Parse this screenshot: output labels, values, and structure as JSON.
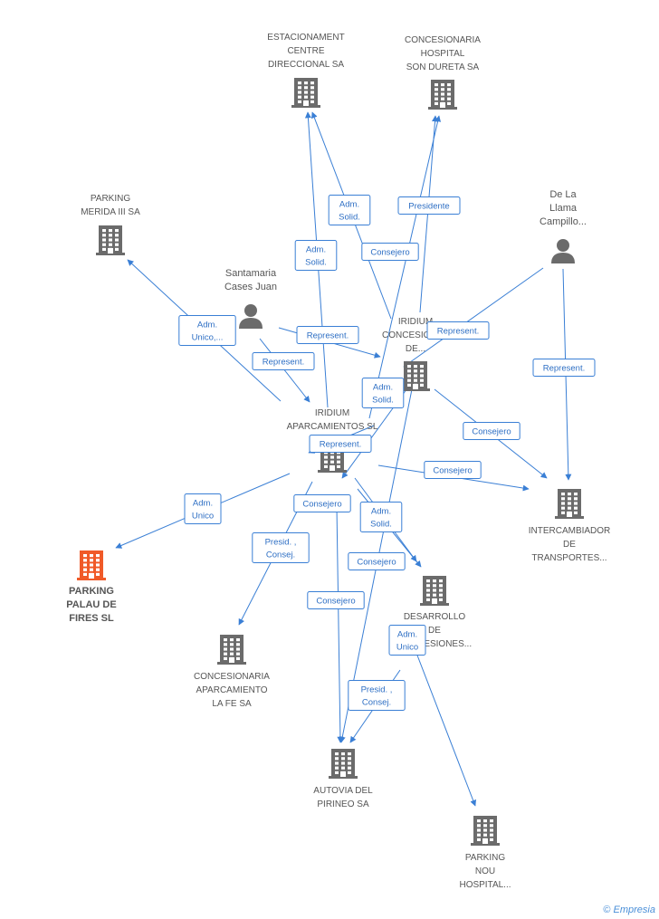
{
  "colors": {
    "company": "#6b6b6b",
    "focus": "#f05a28",
    "edge": "#3a7fd5",
    "label_text": "#555555"
  },
  "nodes": [
    {
      "id": "estacionament",
      "type": "company",
      "icon": "building-icon",
      "lines": [
        "ESTACIONAMENT",
        "CENTRE",
        "DIRECCIONAL SA"
      ]
    },
    {
      "id": "son_dureta",
      "type": "company",
      "icon": "building-icon",
      "lines": [
        "CONCESIONARIA",
        "HOSPITAL",
        "SON DURETA SA"
      ]
    },
    {
      "id": "merida",
      "type": "company",
      "icon": "building-icon",
      "lines": [
        "PARKING",
        "MERIDA III SA"
      ]
    },
    {
      "id": "de_la_llama",
      "type": "person",
      "icon": "person-icon",
      "lines": [
        "De La",
        "Llama",
        "Campillo..."
      ]
    },
    {
      "id": "santamaria",
      "type": "person",
      "icon": "person-icon",
      "lines": [
        "Santamaria",
        "Cases Juan"
      ]
    },
    {
      "id": "iridium_conc",
      "type": "company",
      "icon": "building-icon",
      "lines": [
        "IRIDIUM",
        "CONCESIONES",
        "DE..."
      ]
    },
    {
      "id": "iridium_aparc",
      "type": "company",
      "icon": "building-icon",
      "lines": [
        "IRIDIUM",
        "APARCAMIENTOS SL"
      ]
    },
    {
      "id": "intercambiador",
      "type": "company",
      "icon": "building-icon",
      "lines": [
        "INTERCAMBIADOR",
        "DE",
        "TRANSPORTES..."
      ]
    },
    {
      "id": "palau",
      "type": "focus",
      "icon": "building-icon",
      "lines": [
        "PARKING",
        "PALAU DE",
        "FIRES SL"
      ]
    },
    {
      "id": "desarrollo",
      "type": "company",
      "icon": "building-icon",
      "lines": [
        "DESARROLLO",
        "DE",
        "CONCESIONES..."
      ]
    },
    {
      "id": "la_fe",
      "type": "company",
      "icon": "building-icon",
      "lines": [
        "CONCESIONARIA",
        "APARCAMIENTO",
        "LA FE SA"
      ]
    },
    {
      "id": "pirineo",
      "type": "company",
      "icon": "building-icon",
      "lines": [
        "AUTOVIA DEL",
        "PIRINEO SA"
      ]
    },
    {
      "id": "nou_hospital",
      "type": "company",
      "icon": "building-icon",
      "lines": [
        "PARKING",
        "NOU",
        "HOSPITAL..."
      ]
    }
  ],
  "edges": [
    {
      "label": [
        "Adm.",
        "Solid."
      ]
    },
    {
      "label": [
        "Adm.",
        "Solid."
      ]
    },
    {
      "label": [
        "Presidente"
      ]
    },
    {
      "label": [
        "Consejero"
      ]
    },
    {
      "label": [
        "Adm.",
        "Unico,..."
      ]
    },
    {
      "label": [
        "Represent."
      ]
    },
    {
      "label": [
        "Represent."
      ]
    },
    {
      "label": [
        "Represent."
      ]
    },
    {
      "label": [
        "Represent."
      ]
    },
    {
      "label": [
        "Adm.",
        "Solid."
      ]
    },
    {
      "label": [
        "Represent."
      ]
    },
    {
      "label": [
        "Consejero"
      ]
    },
    {
      "label": [
        "Consejero"
      ]
    },
    {
      "label": [
        "Adm.",
        "Unico"
      ]
    },
    {
      "label": [
        "Consejero"
      ]
    },
    {
      "label": [
        "Presid. ,",
        "Consej."
      ]
    },
    {
      "label": [
        "Adm.",
        "Solid."
      ]
    },
    {
      "label": [
        "Consejero"
      ]
    },
    {
      "label": [
        "Consejero"
      ]
    },
    {
      "label": [
        "Adm.",
        "Unico"
      ]
    },
    {
      "label": [
        "Presid. ,",
        "Consej."
      ]
    }
  ],
  "watermark": {
    "copyright": "©",
    "brand": "Empresia"
  }
}
